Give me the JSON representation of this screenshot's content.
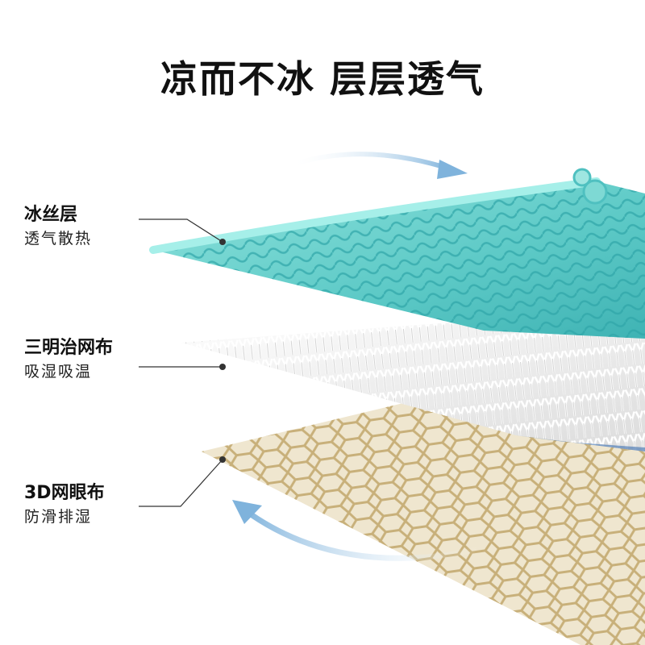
{
  "headline": "凉而不冰 层层透气",
  "layers": [
    {
      "name": "冰丝层",
      "desc": "透气散热"
    },
    {
      "name": "三明治网布",
      "desc": "吸湿吸温"
    },
    {
      "name": "3D网眼布",
      "desc": "防滑排湿"
    }
  ],
  "colors": {
    "ice_layer": "#6fd3d0",
    "sandwich_layer": "#f2f2f2",
    "mesh_layer": "#cdb98a",
    "arrow": "#7fb3dc",
    "leader_line": "#333333"
  }
}
